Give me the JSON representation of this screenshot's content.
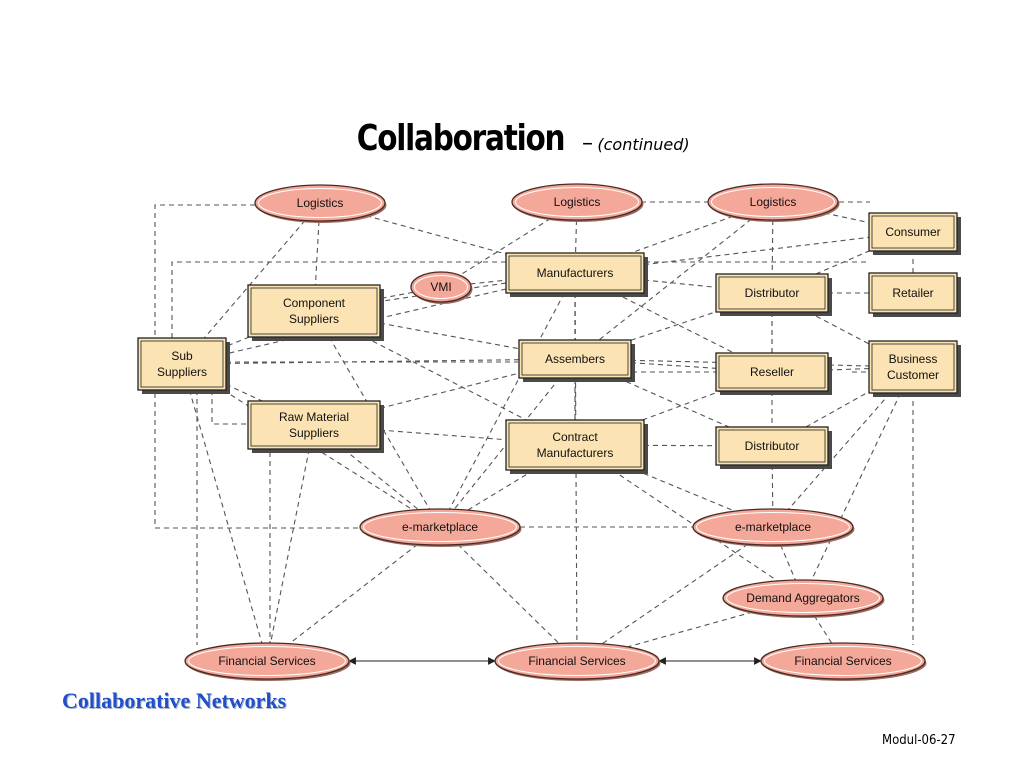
{
  "slide": {
    "title": "Collaboration",
    "title_dash": "–",
    "title_sub": "(continued)",
    "caption": "Collaborative Networks",
    "slide_number": "Modul-06-27"
  },
  "colors": {
    "ellipse_fill": "#f4a899",
    "box_fill": "#fbe3b3",
    "line": "#555555",
    "caption": "#1f4fc9"
  },
  "diagram": {
    "nodes": [
      {
        "id": "logistics-left",
        "shape": "ellipse",
        "lines": [
          "Logistics"
        ]
      },
      {
        "id": "logistics-center",
        "shape": "ellipse",
        "lines": [
          "Logistics"
        ]
      },
      {
        "id": "logistics-right",
        "shape": "ellipse",
        "lines": [
          "Logistics"
        ]
      },
      {
        "id": "consumer",
        "shape": "box",
        "lines": [
          "Consumer"
        ]
      },
      {
        "id": "vmi",
        "shape": "ellipse",
        "lines": [
          "VMI"
        ]
      },
      {
        "id": "manufacturers",
        "shape": "box",
        "lines": [
          "Manufacturers"
        ]
      },
      {
        "id": "component-suppliers",
        "shape": "box",
        "lines": [
          "Component",
          "Suppliers"
        ]
      },
      {
        "id": "distributor-top",
        "shape": "box",
        "lines": [
          "Distributor"
        ]
      },
      {
        "id": "retailer",
        "shape": "box",
        "lines": [
          "Retailer"
        ]
      },
      {
        "id": "sub-suppliers",
        "shape": "box",
        "lines": [
          "Sub",
          "Suppliers"
        ]
      },
      {
        "id": "assembers",
        "shape": "box",
        "lines": [
          "Assembers"
        ]
      },
      {
        "id": "reseller",
        "shape": "box",
        "lines": [
          "Reseller"
        ]
      },
      {
        "id": "business-customer",
        "shape": "box",
        "lines": [
          "Business",
          "Customer"
        ]
      },
      {
        "id": "raw-material-suppliers",
        "shape": "box",
        "lines": [
          "Raw Material",
          "Suppliers"
        ]
      },
      {
        "id": "contract-manufacturers",
        "shape": "box",
        "lines": [
          "Contract",
          "Manufacturers"
        ]
      },
      {
        "id": "distributor-bottom",
        "shape": "box",
        "lines": [
          "Distributor"
        ]
      },
      {
        "id": "e-marketplace-left",
        "shape": "ellipse",
        "lines": [
          "e-marketplace"
        ]
      },
      {
        "id": "e-marketplace-right",
        "shape": "ellipse",
        "lines": [
          "e-marketplace"
        ]
      },
      {
        "id": "demand-aggregators",
        "shape": "ellipse",
        "lines": [
          "Demand Aggregators"
        ]
      },
      {
        "id": "financial-services-left",
        "shape": "ellipse",
        "lines": [
          "Financial Services"
        ]
      },
      {
        "id": "financial-services-center",
        "shape": "ellipse",
        "lines": [
          "Financial Services"
        ]
      },
      {
        "id": "financial-services-right",
        "shape": "ellipse",
        "lines": [
          "Financial Services"
        ]
      }
    ],
    "edges": [
      {
        "from": "logistics-left",
        "to": "manufacturers",
        "style": "dashed"
      },
      {
        "from": "logistics-left",
        "to": "component-suppliers",
        "style": "dashed"
      },
      {
        "from": "logistics-left",
        "to": "sub-suppliers",
        "style": "dashed"
      },
      {
        "from": "logistics-center",
        "to": "manufacturers",
        "style": "dashed"
      },
      {
        "from": "logistics-center",
        "to": "vmi",
        "style": "dashed"
      },
      {
        "from": "logistics-right",
        "to": "manufacturers",
        "style": "dashed"
      },
      {
        "from": "logistics-right",
        "to": "distributor-top",
        "style": "dashed"
      },
      {
        "from": "logistics-right",
        "to": "consumer",
        "style": "dashed"
      },
      {
        "from": "logistics-right",
        "to": "assembers",
        "style": "dashed"
      },
      {
        "from": "vmi",
        "to": "manufacturers",
        "style": "dashed"
      },
      {
        "from": "vmi",
        "to": "component-suppliers",
        "style": "dashed"
      },
      {
        "from": "manufacturers",
        "to": "consumer",
        "style": "dashed"
      },
      {
        "from": "manufacturers",
        "to": "distributor-top",
        "style": "dashed"
      },
      {
        "from": "manufacturers",
        "to": "component-suppliers",
        "style": "dashed"
      },
      {
        "from": "manufacturers",
        "to": "assembers",
        "style": "dashed"
      },
      {
        "from": "manufacturers",
        "to": "reseller",
        "style": "dashed"
      },
      {
        "from": "manufacturers",
        "to": "sub-suppliers",
        "style": "dashed"
      },
      {
        "from": "manufacturers",
        "to": "e-marketplace-left",
        "style": "dashed"
      },
      {
        "from": "component-suppliers",
        "to": "sub-suppliers",
        "style": "dashed"
      },
      {
        "from": "component-suppliers",
        "to": "assembers",
        "style": "dashed"
      },
      {
        "from": "component-suppliers",
        "to": "contract-manufacturers",
        "style": "dashed"
      },
      {
        "from": "component-suppliers",
        "to": "e-marketplace-left",
        "style": "dashed"
      },
      {
        "from": "sub-suppliers",
        "to": "raw-material-suppliers",
        "style": "dashed"
      },
      {
        "from": "sub-suppliers",
        "to": "assembers",
        "style": "dashed"
      },
      {
        "from": "sub-suppliers",
        "to": "e-marketplace-left",
        "style": "dashed"
      },
      {
        "from": "sub-suppliers",
        "to": "financial-services-left",
        "style": "dashed"
      },
      {
        "from": "raw-material-suppliers",
        "to": "assembers",
        "style": "dashed"
      },
      {
        "from": "raw-material-suppliers",
        "to": "contract-manufacturers",
        "style": "dashed"
      },
      {
        "from": "raw-material-suppliers",
        "to": "e-marketplace-left",
        "style": "dashed"
      },
      {
        "from": "raw-material-suppliers",
        "to": "financial-services-left",
        "style": "dashed"
      },
      {
        "from": "assembers",
        "to": "distributor-top",
        "style": "dashed"
      },
      {
        "from": "assembers",
        "to": "reseller",
        "style": "dashed"
      },
      {
        "from": "assembers",
        "to": "business-customer",
        "style": "dashed"
      },
      {
        "from": "assembers",
        "to": "contract-manufacturers",
        "style": "dashed"
      },
      {
        "from": "assembers",
        "to": "distributor-bottom",
        "style": "dashed"
      },
      {
        "from": "assembers",
        "to": "e-marketplace-left",
        "style": "dashed"
      },
      {
        "from": "contract-manufacturers",
        "to": "reseller",
        "style": "dashed"
      },
      {
        "from": "contract-manufacturers",
        "to": "distributor-bottom",
        "style": "dashed"
      },
      {
        "from": "contract-manufacturers",
        "to": "e-marketplace-right",
        "style": "dashed"
      },
      {
        "from": "contract-manufacturers",
        "to": "demand-aggregators",
        "style": "dashed"
      },
      {
        "from": "contract-manufacturers",
        "to": "e-marketplace-left",
        "style": "dashed"
      },
      {
        "from": "manufacturers",
        "to": "financial-services-center",
        "style": "dashed"
      },
      {
        "from": "distributor-top",
        "to": "retailer",
        "style": "dashed"
      },
      {
        "from": "distributor-top",
        "to": "consumer",
        "style": "dashed"
      },
      {
        "from": "distributor-top",
        "to": "business-customer",
        "style": "dashed"
      },
      {
        "from": "retailer",
        "to": "consumer",
        "style": "dashed"
      },
      {
        "from": "reseller",
        "to": "business-customer",
        "style": "dashed"
      },
      {
        "from": "reseller",
        "to": "distributor-top",
        "style": "dashed"
      },
      {
        "from": "distributor-bottom",
        "to": "business-customer",
        "style": "dashed"
      },
      {
        "from": "distributor-bottom",
        "to": "e-marketplace-right",
        "style": "dashed"
      },
      {
        "from": "business-customer",
        "to": "e-marketplace-right",
        "style": "dashed"
      },
      {
        "from": "business-customer",
        "to": "demand-aggregators",
        "style": "dashed"
      },
      {
        "from": "e-marketplace-left",
        "to": "e-marketplace-right",
        "style": "dashed"
      },
      {
        "from": "e-marketplace-left",
        "to": "financial-services-left",
        "style": "dashed"
      },
      {
        "from": "e-marketplace-left",
        "to": "financial-services-center",
        "style": "dashed"
      },
      {
        "from": "e-marketplace-right",
        "to": "financial-services-center",
        "style": "dashed"
      },
      {
        "from": "e-marketplace-right",
        "to": "demand-aggregators",
        "style": "dashed"
      },
      {
        "from": "demand-aggregators",
        "to": "financial-services-center",
        "style": "dashed"
      },
      {
        "from": "demand-aggregators",
        "to": "financial-services-right",
        "style": "dashed"
      },
      {
        "from": "financial-services-left",
        "to": "financial-services-center",
        "style": "arrow-both"
      },
      {
        "from": "financial-services-center",
        "to": "financial-services-right",
        "style": "arrow-both"
      }
    ]
  }
}
